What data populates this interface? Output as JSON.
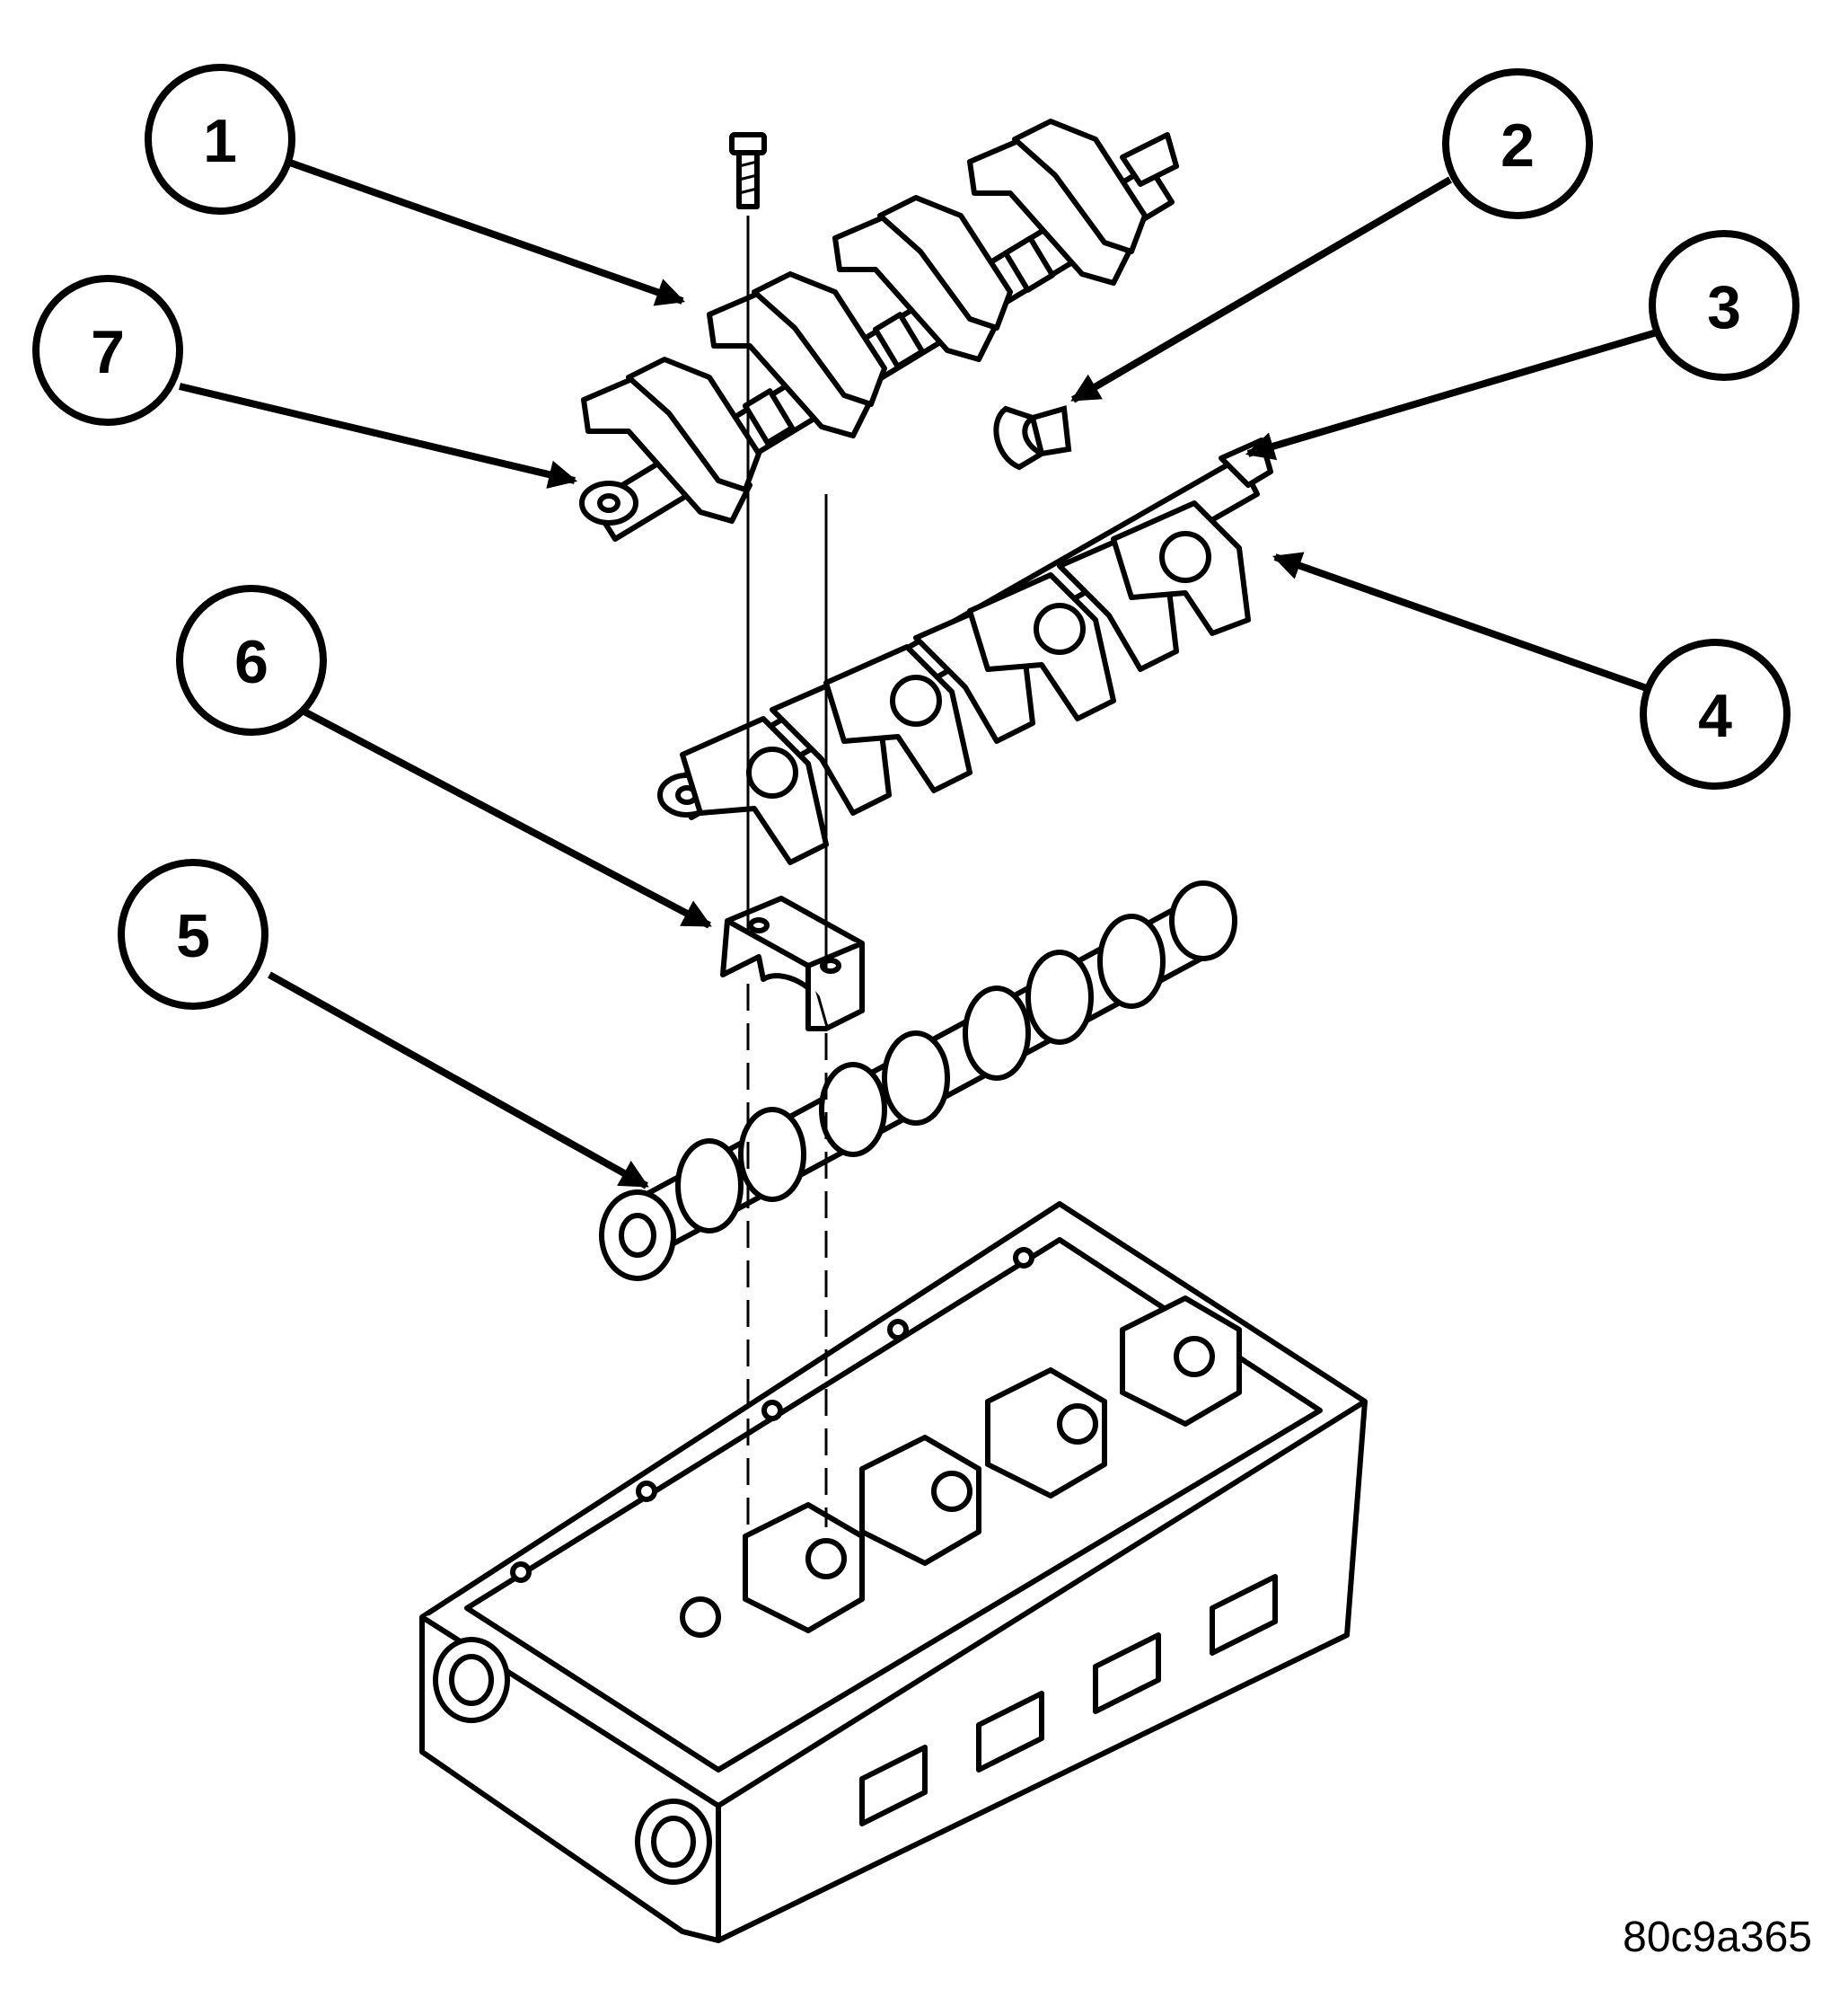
{
  "callouts": [
    {
      "number": "1"
    },
    {
      "number": "2"
    },
    {
      "number": "3"
    },
    {
      "number": "4"
    },
    {
      "number": "5"
    },
    {
      "number": "6"
    },
    {
      "number": "7"
    }
  ],
  "figure_code": "80c9a365",
  "colors": {
    "line": "#000000",
    "background": "#ffffff",
    "part_fill": "#ffffff"
  }
}
